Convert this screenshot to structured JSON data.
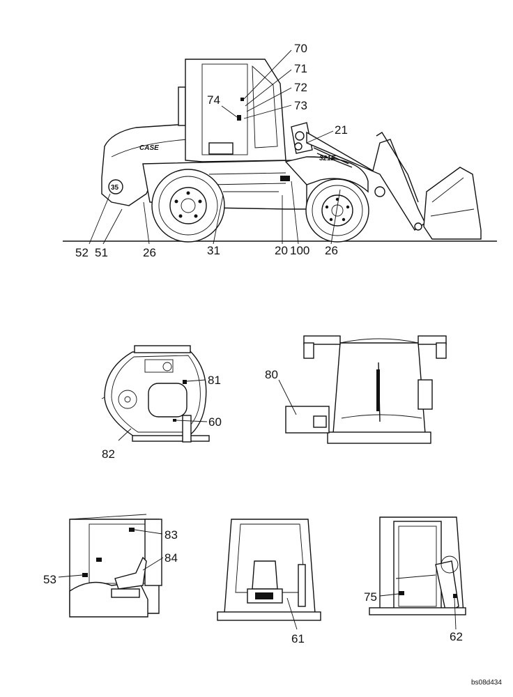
{
  "callouts": {
    "c70": "70",
    "c71": "71",
    "c72": "72",
    "c73": "73",
    "c74": "74",
    "c21": "21",
    "c52": "52",
    "c51": "51",
    "c26a": "26",
    "c31": "31",
    "c20": "20",
    "c100": "100",
    "c26b": "26",
    "c81": "81",
    "c60": "60",
    "c82": "82",
    "c80": "80",
    "c83": "83",
    "c84": "84",
    "c53": "53",
    "c61": "61",
    "c75": "75",
    "c62": "62"
  },
  "decals": {
    "brand": "CASE",
    "model": "321E",
    "badge": "35"
  },
  "drawing_code": "bs08d434"
}
